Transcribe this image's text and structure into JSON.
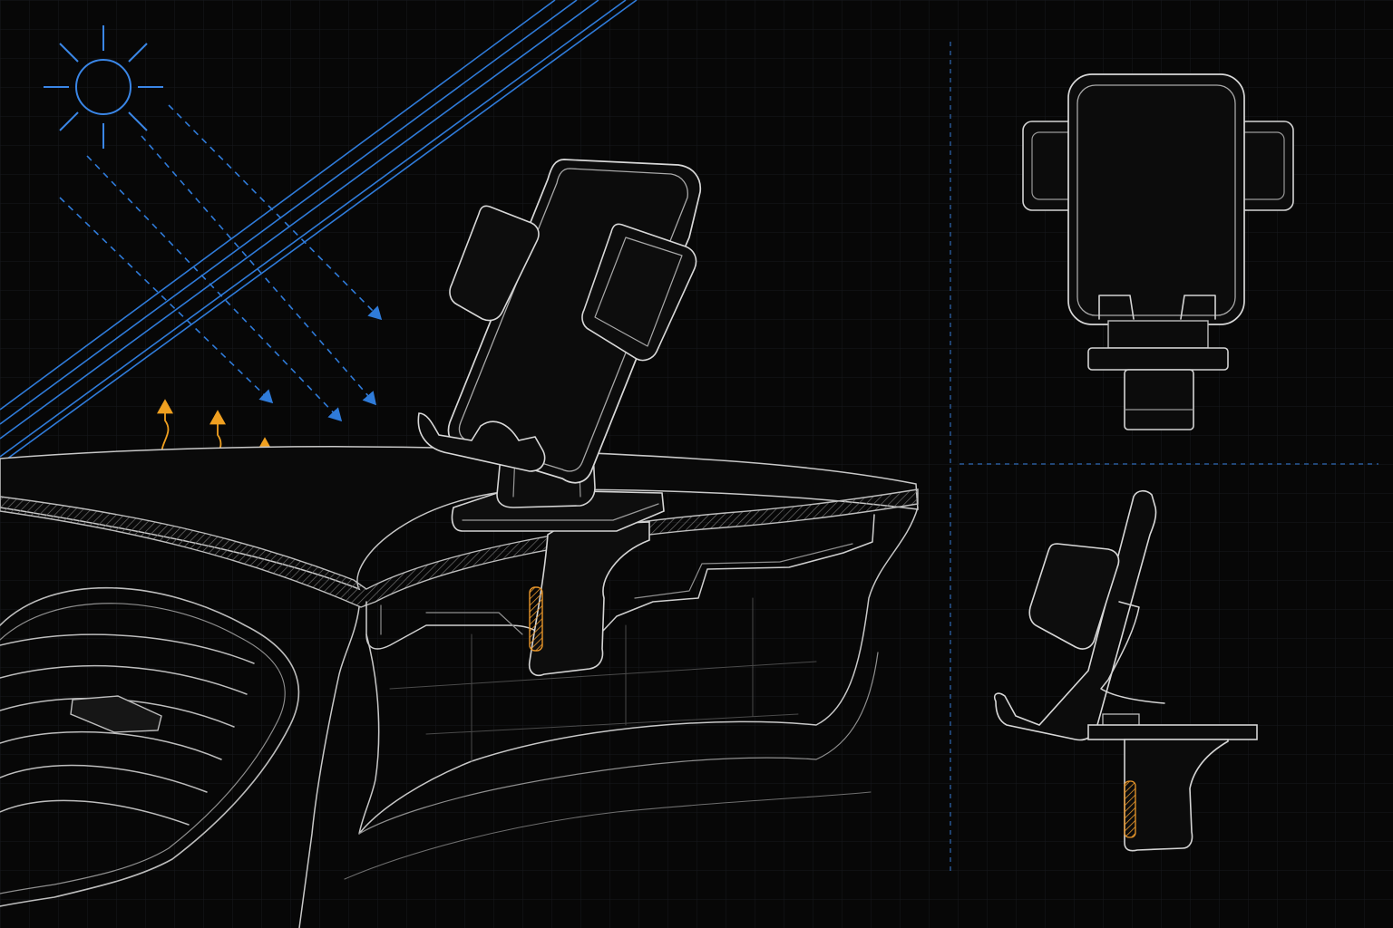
{
  "figure": {
    "colors": {
      "background": "#070707",
      "grid": "#1a1d22",
      "outline": "#d4d4d4",
      "outline_dim": "#8e8e8e",
      "body_fill": "#0b0b0b",
      "windshield": "#2f7bd9",
      "sun_rays": "#2f7bd9",
      "sun": "#3a86e6",
      "heat": "#f0a020",
      "adhesive": "#e8962a",
      "divider": "#2a5c9c"
    },
    "icons": [
      "sun-icon",
      "sunlight-arrows",
      "heat-wave-arrows"
    ],
    "views": [
      "perspective-dashboard-view",
      "front-view",
      "side-view"
    ]
  }
}
